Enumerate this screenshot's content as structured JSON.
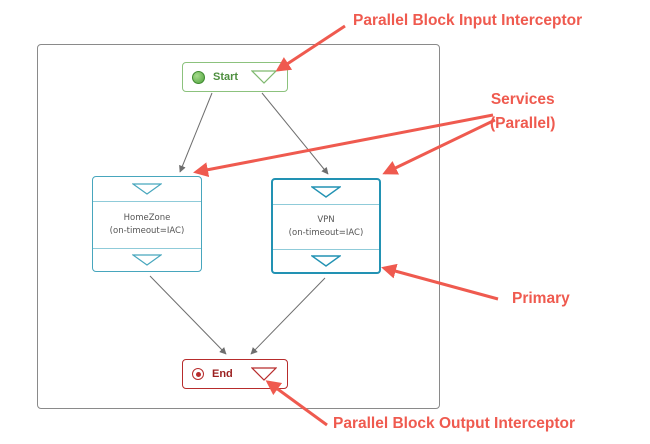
{
  "diagram": {
    "start": {
      "label": "Start"
    },
    "end": {
      "label": "End"
    },
    "services": [
      {
        "name": "HomeZone",
        "detail": "(on-timeout=IAC)"
      },
      {
        "name": "VPN",
        "detail": "(on-timeout=IAC)"
      }
    ]
  },
  "callouts": {
    "input_interceptor": "Parallel Block Input Interceptor",
    "services_line1": "Services",
    "services_line2": "(Parallel)",
    "primary": "Primary",
    "output_interceptor": "Parallel Block Output Interceptor"
  },
  "colors": {
    "callout": "#ef5a4f",
    "start_border": "#8cc27d",
    "end_border": "#b72c2c",
    "service_border": "#2292b3",
    "edge": "#6e6e6e"
  },
  "icons": {
    "start": "green-circle-icon",
    "end": "red-target-icon",
    "interceptor": "triangle-down-icon"
  }
}
